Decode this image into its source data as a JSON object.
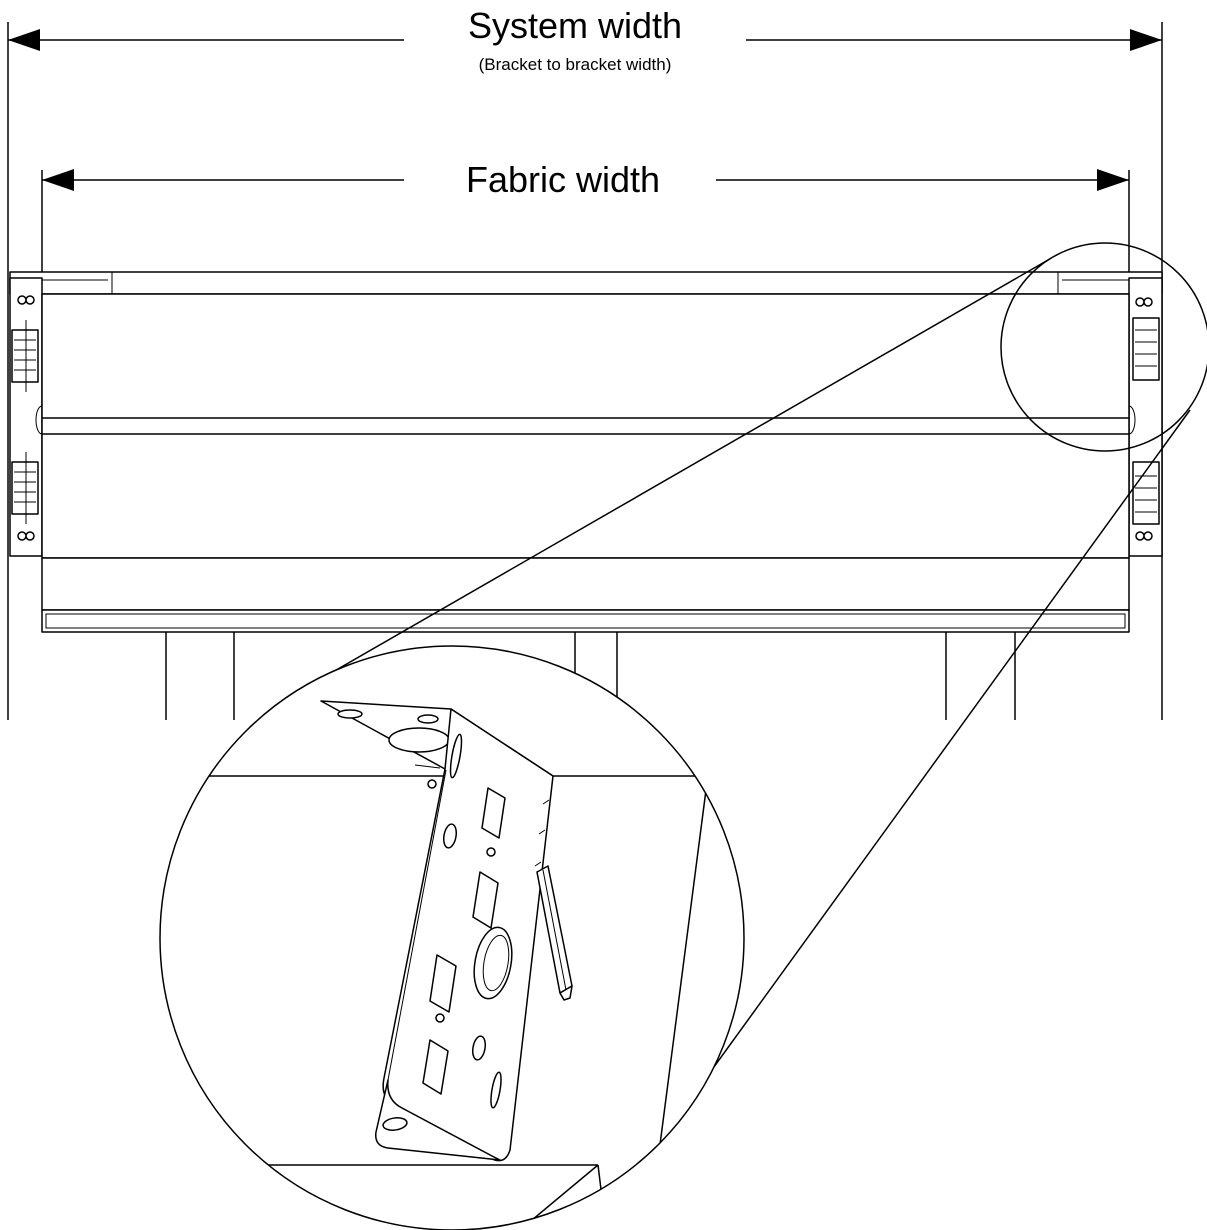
{
  "dimensions": {
    "system_width": {
      "label": "System width",
      "sublabel": "(Bracket to bracket width)"
    },
    "fabric_width": {
      "label": "Fabric width"
    }
  },
  "colors": {
    "line": "#000000",
    "background": "#ffffff"
  }
}
